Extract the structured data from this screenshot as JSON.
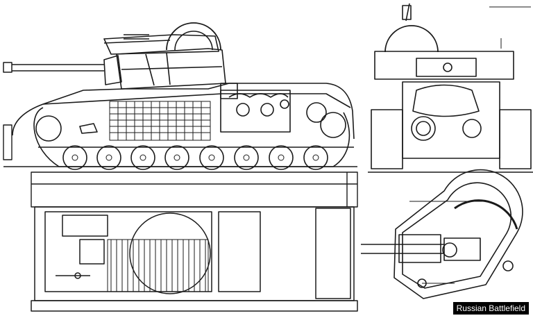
{
  "drawing": {
    "subject": "tank blueprint",
    "views": [
      "side-view",
      "front-view",
      "hull-underside-view",
      "turret-top-view"
    ]
  },
  "watermark": "Russian Battlefield",
  "colors": {
    "ink": "#1a1a1a",
    "paper": "#ffffff"
  }
}
